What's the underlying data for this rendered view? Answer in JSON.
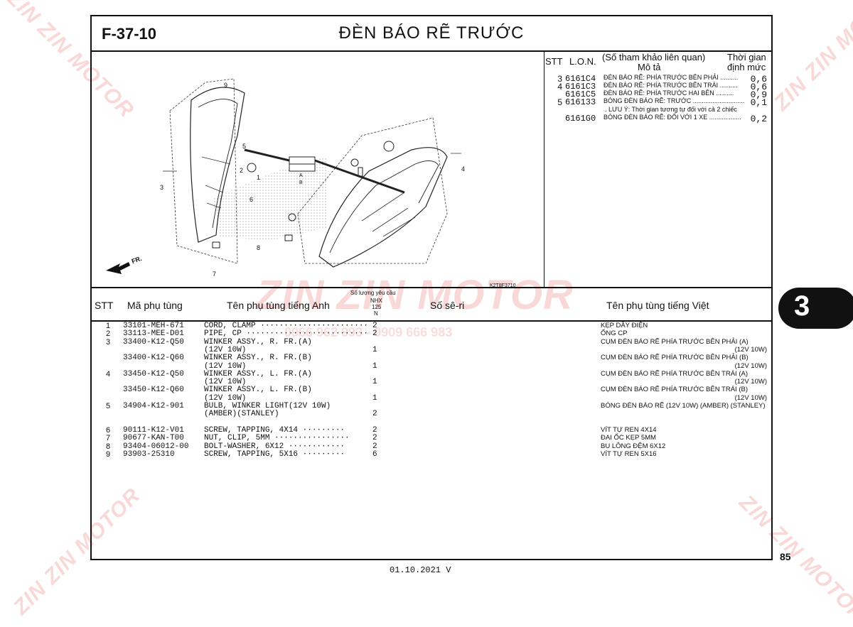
{
  "figure": {
    "code": "F-37-10",
    "title": "ĐÈN BÁO RẼ TRƯỚC",
    "diagram_id": "K2T8F3710",
    "fr_label": "FR."
  },
  "diagram_labels": [
    "9",
    "5",
    "1",
    "2",
    "3",
    "6",
    "7",
    "8",
    "4",
    "A",
    "B"
  ],
  "lon": {
    "h_stt": "STT",
    "h_lon": "L.O.N.",
    "h_ref": "(Số tham khảo liên quan)",
    "h_desc": "Mô tả",
    "h_time1": "Thời gian",
    "h_time2": "định mức",
    "rows": [
      {
        "no": "3",
        "code": "6161C4",
        "desc": "ĐÈN BÁO RẼ: PHÍA TRƯỚC BÊN PHẢI ..........",
        "time": "0,6"
      },
      {
        "no": "4",
        "code": "6161C3",
        "desc": "ĐÈN BÁO RẼ: PHÍA TRƯỚC BÊN TRÁI ..........",
        "time": "0,6"
      },
      {
        "no": "",
        "code": "6161C5",
        "desc": "ĐÈN BÁO RẼ: PHÍA TRƯỚC HAI BÊN ..........",
        "time": "0,9"
      },
      {
        "no": "5",
        "code": "616133",
        "desc": "BÓNG ĐÈN BÁO RẼ: TRƯỚC .............................",
        "time": "0,1"
      },
      {
        "no": "",
        "code": "",
        "desc": ". LƯU Ý: Thời gian tương tự đối với cả 2 chiếc",
        "time": ""
      },
      {
        "no": "",
        "code": "6161G0",
        "desc": "BÓNG ĐÈN BÁO RẼ: ĐỔI VỚI 1 XE ..................",
        "time": "0,2"
      }
    ]
  },
  "table": {
    "h_stt": "STT",
    "h_code": "Mã phụ tùng",
    "h_en": "Tên phụ tùng tiếng Anh",
    "h_qty1": "Số lượng yêu cầu",
    "h_qty2": "NHX",
    "h_qty3": "125",
    "h_qty4": "N",
    "h_serial": "Số sê-ri",
    "h_vn": "Tên phụ tùng tiếng Việt",
    "rows": [
      {
        "stt": "1",
        "code": "33101-MEH-671",
        "en": "CORD, CLAMP ·······················",
        "qty": "2",
        "vn": "KẸP DÂY ĐIỆN",
        "vn2": ""
      },
      {
        "stt": "2",
        "code": "33113-MEE-D01",
        "en": "PIPE, CP ··························",
        "qty": "2",
        "vn": "ỐNG CP",
        "vn2": ""
      },
      {
        "stt": "3",
        "code": "33400-K12-Q50",
        "en": "WINKER ASSY., R. FR.(A)",
        "qty": "",
        "vn": "CỤM ĐÈN BÁO RẼ PHÍA TRƯỚC BÊN PHẢI (A)",
        "vn2": ""
      },
      {
        "stt": "",
        "code": "",
        "en": "                   (12V 10W)",
        "qty": "1",
        "vn": "",
        "vn2": "(12V 10W)"
      },
      {
        "stt": "",
        "code": "33400-K12-Q60",
        "en": "WINKER ASSY., R. FR.(B)",
        "qty": "",
        "vn": "CỤM ĐÈN BÁO RẼ PHÍA TRƯỚC BÊN PHẢI (B)",
        "vn2": ""
      },
      {
        "stt": "",
        "code": "",
        "en": "                   (12V 10W)",
        "qty": "1",
        "vn": "",
        "vn2": "(12V 10W)"
      },
      {
        "stt": "4",
        "code": "33450-K12-Q50",
        "en": "WINKER ASSY., L. FR.(A)",
        "qty": "",
        "vn": "CỤM ĐÈN BÁO RẼ PHÍA TRƯỚC BÊN TRÁI (A)",
        "vn2": ""
      },
      {
        "stt": "",
        "code": "",
        "en": "                   (12V 10W)",
        "qty": "1",
        "vn": "",
        "vn2": "(12V 10W)"
      },
      {
        "stt": "",
        "code": "33450-K12-Q60",
        "en": "WINKER ASSY., L. FR.(B)",
        "qty": "",
        "vn": "CỤM ĐÈN BÁO RẼ PHÍA TRƯỚC BÊN TRÁI (B)",
        "vn2": ""
      },
      {
        "stt": "",
        "code": "",
        "en": "                   (12V 10W)",
        "qty": "1",
        "vn": "",
        "vn2": "(12V 10W)"
      },
      {
        "stt": "5",
        "code": "34904-K12-901",
        "en": "BULB, WINKER LIGHT(12V 10W)",
        "qty": "",
        "vn": "BÓNG ĐÈN BÁO RẼ (12V 10W) (AMBER) (STANLEY)",
        "vn2": ""
      },
      {
        "stt": "",
        "code": "",
        "en": "             (AMBER)(STANLEY)",
        "qty": "2",
        "vn": "",
        "vn2": ""
      },
      {
        "stt": "",
        "code": "",
        "en": "",
        "qty": "",
        "vn": "",
        "vn2": ""
      },
      {
        "stt": "6",
        "code": "90111-K12-V01",
        "en": "SCREW, TAPPING, 4X14 ·········",
        "qty": "2",
        "vn": "VÍT TỰ REN 4X14",
        "vn2": ""
      },
      {
        "stt": "7",
        "code": "90677-KAN-T00",
        "en": "NUT, CLIP, 5MM ················",
        "qty": "2",
        "vn": "ĐAI ỐC KẸP 5MM",
        "vn2": ""
      },
      {
        "stt": "8",
        "code": "93404-06012-00",
        "en": "BOLT-WASHER, 6X12 ············",
        "qty": "2",
        "vn": "BU LÔNG ĐỆM 6X12",
        "vn2": ""
      },
      {
        "stt": "9",
        "code": "93903-25310",
        "en": "SCREW, TAPPING, 5X16 ·········",
        "qty": "6",
        "vn": "VÍT TỰ REN 5X16",
        "vn2": ""
      }
    ]
  },
  "badge": "3",
  "page_number": "85",
  "footer": "01.10.2021    V",
  "watermark": {
    "brand": "ZIN ZIN MOTOR",
    "phone": "0966 962 993 - 0909 666 983"
  }
}
